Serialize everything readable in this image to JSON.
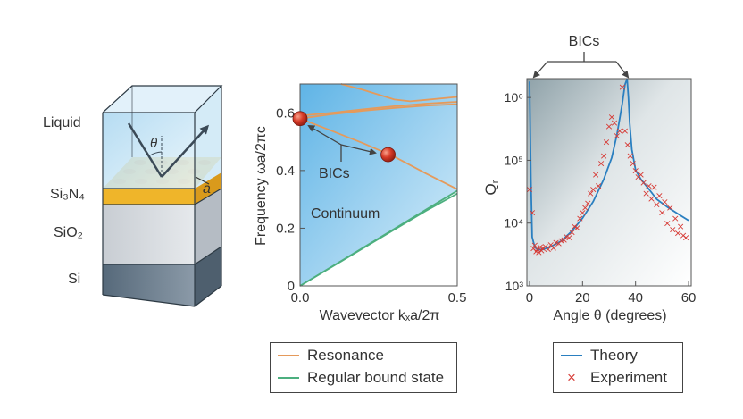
{
  "panel_a": {
    "labels": {
      "liquid": "Liquid",
      "si3n4": "Si₃N₄",
      "sio2": "SiO₂",
      "si": "Si",
      "theta": "θ",
      "a": "a"
    },
    "colors": {
      "liquid": "#c9e6f5",
      "si3n4": "#f4bf3c",
      "hole": "#e69d1e",
      "sio2": "#d7dbe0",
      "si": "#6f7f8e"
    }
  },
  "panel_b": {
    "ylabel": "Frequency ωa/2πc",
    "xlabel": "Wavevector kₓa/2π",
    "yticks": [
      "0",
      "0.2",
      "0.4",
      "0.6"
    ],
    "xticks": [
      "0.0",
      "0.5"
    ],
    "continuum_label": "Continuum",
    "bics_label": "BICs",
    "colors": {
      "resonance": "#e59a5b",
      "bound": "#4caf7f",
      "bic": "#d63a27"
    },
    "legend": [
      {
        "label": "Resonance",
        "color": "#e59a5b"
      },
      {
        "label": "Regular bound state",
        "color": "#4caf7f"
      }
    ]
  },
  "panel_c": {
    "ylabel": "Qr",
    "xlabel": "Angle θ (degrees)",
    "xticks": [
      "0",
      "20",
      "40",
      "60"
    ],
    "yticks": [
      "10³",
      "10⁴",
      "10⁵",
      "10⁶"
    ],
    "bics_label": "BICs",
    "colors": {
      "theory": "#2a7fc0",
      "experiment": "#d63a35"
    },
    "legend": [
      {
        "label": "Theory",
        "kind": "line",
        "color": "#2a7fc0"
      },
      {
        "label": "Experiment",
        "kind": "marker",
        "color": "#d63a35"
      }
    ]
  },
  "chart_data": [
    {
      "type": "line",
      "xlabel": "Wavevector kₓa/2π",
      "ylabel": "Frequency ωa/2πc",
      "xlim": [
        0,
        0.5
      ],
      "ylim": [
        0,
        0.7
      ],
      "series": [
        {
          "name": "Resonance",
          "x": [
            0,
            0.1,
            0.2,
            0.3,
            0.4,
            0.5
          ],
          "y": [
            0.58,
            0.538,
            0.495,
            0.448,
            0.39,
            0.335
          ]
        },
        {
          "name": "Resonance",
          "x": [
            0,
            0.1,
            0.2,
            0.3,
            0.4,
            0.5
          ],
          "y": [
            0.58,
            0.595,
            0.607,
            0.617,
            0.625,
            0.63
          ]
        },
        {
          "name": "Resonance",
          "x": [
            0,
            0.1,
            0.2,
            0.3,
            0.4,
            0.5
          ],
          "y": [
            0.59,
            0.6,
            0.612,
            0.623,
            0.632,
            0.638
          ]
        },
        {
          "name": "Resonance",
          "x": [
            0.13,
            0.2,
            0.3,
            0.35,
            0.4,
            0.5
          ],
          "y": [
            0.7,
            0.68,
            0.646,
            0.64,
            0.645,
            0.655
          ]
        },
        {
          "name": "Regular bound state",
          "x": [
            0,
            0.1,
            0.2,
            0.3,
            0.4,
            0.5
          ],
          "y": [
            0,
            0.065,
            0.13,
            0.195,
            0.26,
            0.32
          ]
        },
        {
          "name": "Regular bound state",
          "x": [
            0,
            0.1,
            0.2,
            0.3,
            0.4,
            0.5
          ],
          "y": [
            0,
            0.066,
            0.132,
            0.198,
            0.264,
            0.33
          ]
        }
      ],
      "bic_points": [
        {
          "x": 0,
          "y": 0.58
        },
        {
          "x": 0.28,
          "y": 0.455
        }
      ]
    },
    {
      "type": "scatter",
      "xlabel": "Angle θ (degrees)",
      "ylabel": "Qr",
      "xlim": [
        -1,
        61
      ],
      "ylim": [
        1000,
        2000000
      ],
      "yscale": "log",
      "series": [
        {
          "name": "Theory",
          "x": [
            0,
            0.5,
            1,
            2,
            3,
            5,
            8,
            12,
            16,
            20,
            24,
            28,
            31,
            33,
            35,
            36,
            36.8,
            37.3,
            37.8,
            38.6,
            40,
            42,
            45,
            48,
            52,
            56,
            60
          ],
          "y": [
            1800000,
            50000,
            6000,
            4100,
            3800,
            3800,
            4200,
            5200,
            7500,
            12000,
            22000,
            50000,
            110000,
            260000,
            800000,
            1600000,
            2000000,
            1000000,
            400000,
            150000,
            70000,
            50000,
            35000,
            24000,
            18000,
            14000,
            11000
          ]
        },
        {
          "name": "Experiment",
          "x": [
            0,
            1,
            1.5,
            2,
            2.5,
            3,
            3.5,
            4,
            4.5,
            5,
            6,
            7,
            8,
            9,
            10,
            11,
            12,
            13,
            14,
            15,
            16,
            17,
            18,
            19,
            20,
            21,
            22,
            23,
            24,
            25,
            26,
            27,
            28,
            29,
            30,
            31,
            32,
            33,
            34,
            35,
            36,
            37,
            38,
            39,
            40,
            41,
            42,
            43,
            44,
            45,
            46,
            47,
            48,
            49,
            50,
            51,
            52,
            53,
            54,
            55,
            56,
            57,
            58,
            59
          ],
          "y": [
            35000,
            15000,
            4000,
            4500,
            3600,
            3900,
            3500,
            4200,
            3700,
            4000,
            4300,
            3900,
            4600,
            4100,
            5000,
            4800,
            5300,
            5500,
            6200,
            6000,
            7200,
            9000,
            8500,
            12000,
            15000,
            18000,
            21000,
            30000,
            35000,
            60000,
            40000,
            90000,
            120000,
            200000,
            350000,
            500000,
            400000,
            250000,
            300000,
            1500000,
            300000,
            180000,
            120000,
            90000,
            70000,
            55000,
            60000,
            45000,
            30000,
            40000,
            25000,
            38000,
            20000,
            28000,
            15000,
            22000,
            10000,
            18000,
            8000,
            12000,
            7000,
            9000,
            6500,
            6000
          ]
        }
      ],
      "bic_angles": [
        0,
        37
      ]
    }
  ]
}
